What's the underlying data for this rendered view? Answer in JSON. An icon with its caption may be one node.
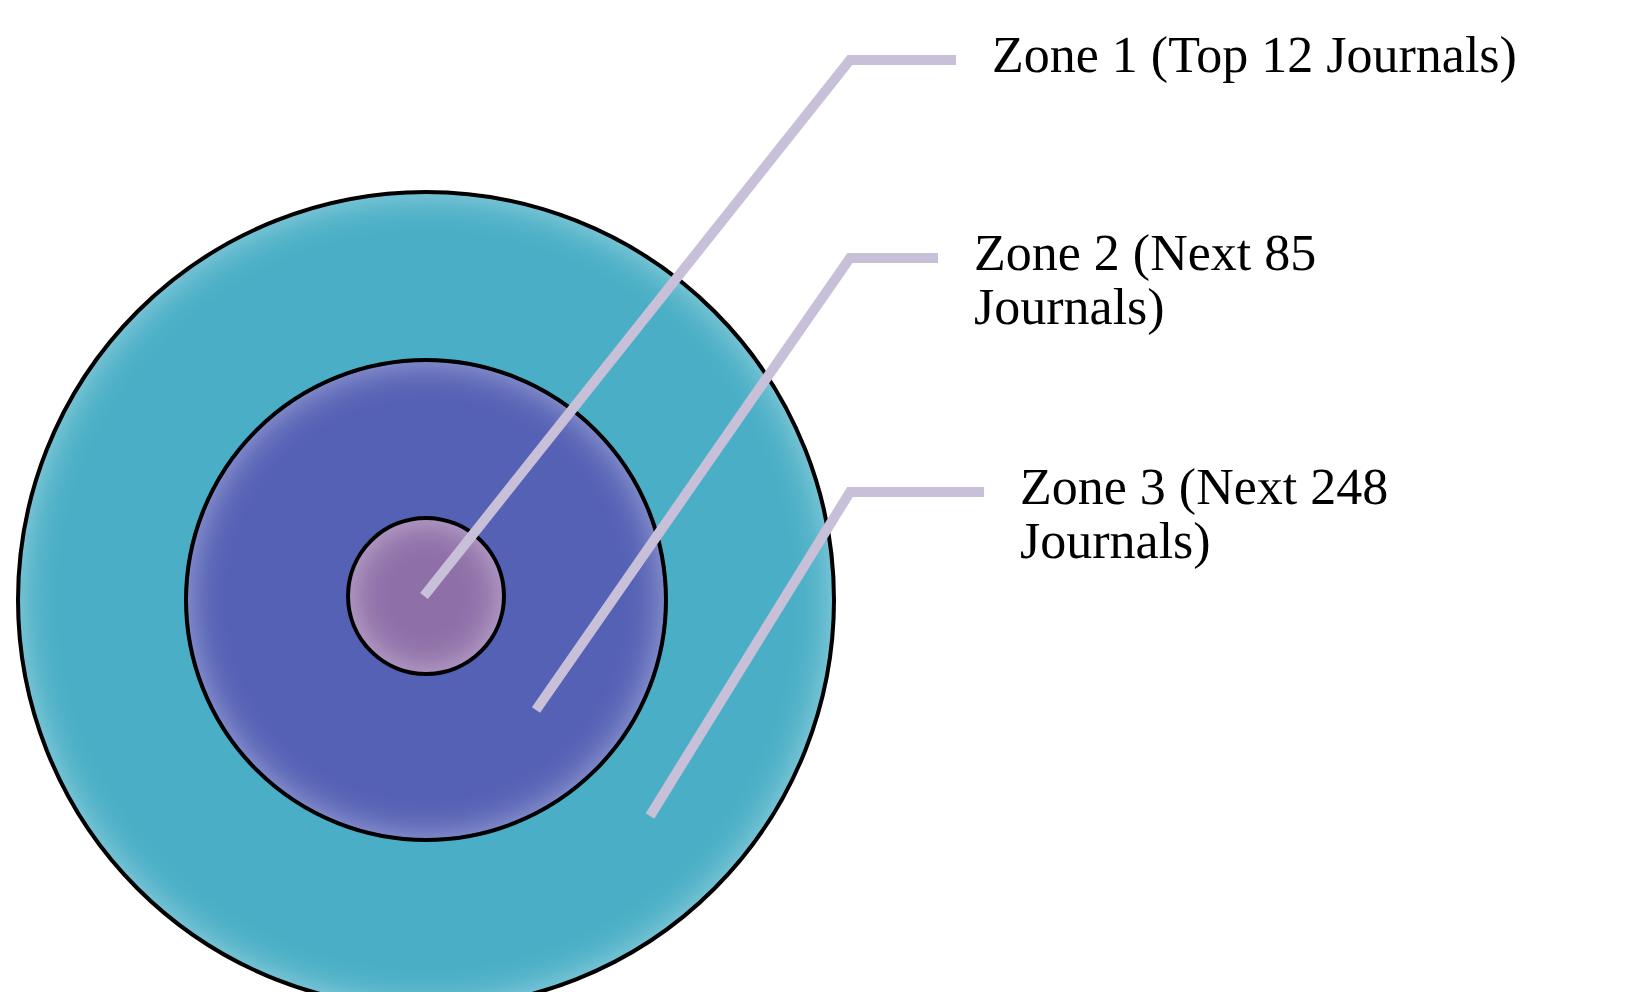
{
  "diagram": {
    "nodes": [
      {
        "text": [
          "Zone 1 (Top 12 Journals)"
        ]
      },
      {
        "text": [
          "Zone 2 (Next 85 Journals)"
        ]
      },
      {
        "text": [
          "Zone 3 (Next 248 Journals)"
        ]
      },
      {
        "text": [],
        "shape": "circle"
      },
      {
        "text": [],
        "shape": "circle",
        "in": 3
      },
      {
        "text": [],
        "shape": "circle",
        "in": 4
      }
    ],
    "edges": [
      {
        "from": 0,
        "to": 5,
        "arrow": "none"
      },
      {
        "from": 1,
        "to": 4,
        "arrow": "none"
      },
      {
        "from": 2,
        "to": 3,
        "arrow": "none"
      }
    ]
  }
}
